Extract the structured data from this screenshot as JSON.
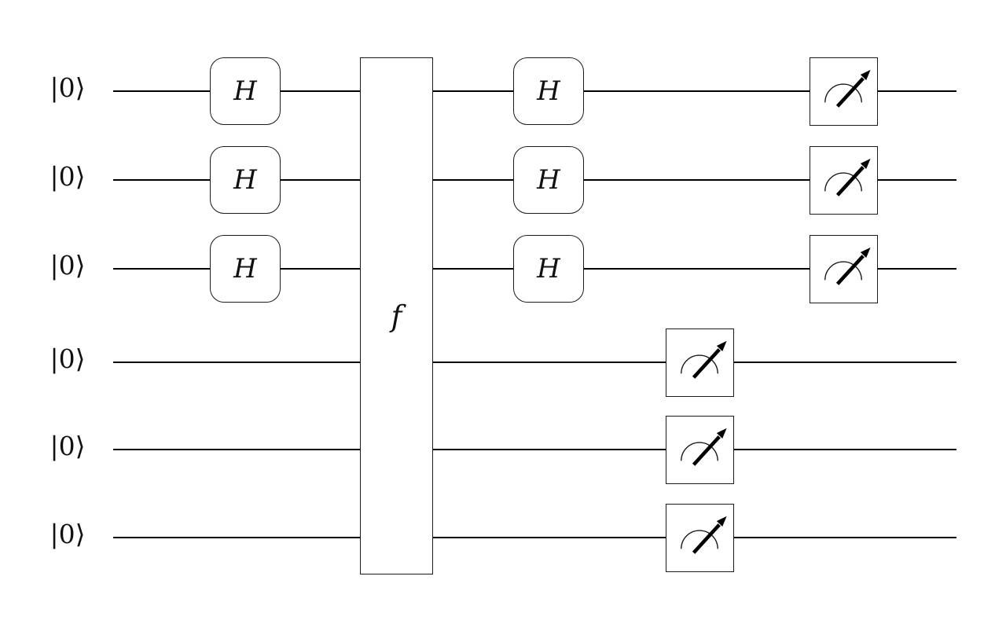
{
  "diagram": {
    "type": "quantum-circuit",
    "qubits": [
      {
        "ket_label": "|0⟩"
      },
      {
        "ket_label": "|0⟩"
      },
      {
        "ket_label": "|0⟩"
      },
      {
        "ket_label": "|0⟩"
      },
      {
        "ket_label": "|0⟩"
      },
      {
        "ket_label": "|0⟩"
      }
    ],
    "gates": {
      "hadamard_label": "H",
      "oracle_label": "f"
    },
    "icons": {
      "measurement": "meter-arrow-icon"
    },
    "colors": {
      "background": "#ffffff",
      "line": "#000000",
      "box_border": "#1a1a1a",
      "text": "#111111"
    }
  }
}
